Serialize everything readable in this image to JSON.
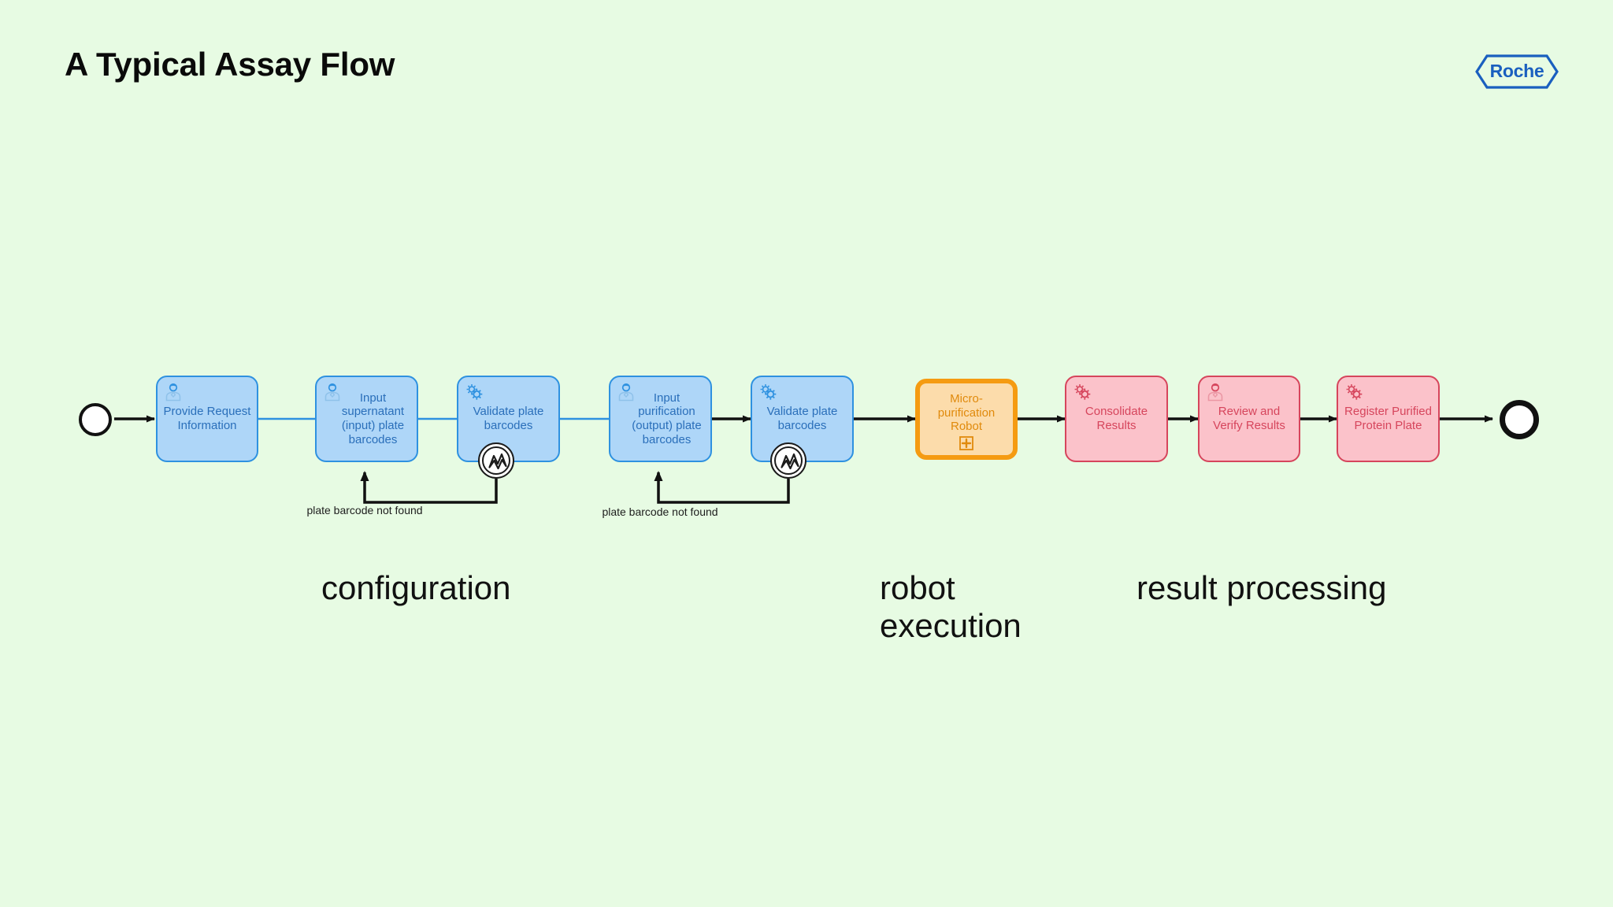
{
  "page": {
    "title": "A Typical Assay Flow",
    "background_color": "#e7fbe3"
  },
  "brand": {
    "name": "Roche",
    "logo_shape": "hexagon-outline",
    "color": "#1a5fbf"
  },
  "colors": {
    "blue_fill": "#aed6f8",
    "blue_stroke": "#2e91e0",
    "blue_text": "#2a6fba",
    "orange_fill": "#fcdcab",
    "orange_stroke": "#f59b12",
    "orange_text": "#e08a0c",
    "pink_fill": "#fbc2ca",
    "pink_stroke": "#d6455c",
    "pink_text": "#d6455c",
    "event_stroke": "#111111",
    "connector_black": "#111111",
    "connector_blue": "#2e91e0"
  },
  "diagram": {
    "type": "bpmn-process-flow",
    "start_event": {
      "name": "start-event",
      "shape": "circle-thin"
    },
    "end_event": {
      "name": "end-event",
      "shape": "circle-thick"
    },
    "nodes": [
      {
        "id": "provide-request-information",
        "label": "Provide Request\nInformation",
        "style": "blue",
        "icon": "user-task-icon",
        "marker": null
      },
      {
        "id": "input-supernatant-plate-barcodes",
        "label": "Input\nsupernatant\n(input) plate\nbarcodes",
        "style": "blue",
        "icon": "user-task-icon",
        "marker": null
      },
      {
        "id": "validate-plate-barcodes-1",
        "label": "Validate plate\nbarcodes",
        "style": "blue",
        "icon": "service-task-gears-icon",
        "marker": "error-boundary-event"
      },
      {
        "id": "input-purification-plate-barcodes",
        "label": "Input\npurification\n(output) plate\nbarcodes",
        "style": "blue",
        "icon": "user-task-icon",
        "marker": null
      },
      {
        "id": "validate-plate-barcodes-2",
        "label": "Validate plate\nbarcodes",
        "style": "blue",
        "icon": "service-task-gears-icon",
        "marker": "error-boundary-event"
      },
      {
        "id": "micro-purification-robot",
        "label": "Micro-\npurification\nRobot",
        "style": "orange",
        "icon": null,
        "marker": "collapsed-subprocess-plus"
      },
      {
        "id": "consolidate-results",
        "label": "Consolidate\nResults",
        "style": "pink",
        "icon": "service-task-gears-icon",
        "marker": null
      },
      {
        "id": "review-and-verify-results",
        "label": "Review and\nVerify Results",
        "style": "pink",
        "icon": "user-task-icon",
        "marker": null
      },
      {
        "id": "register-purified-protein-plate",
        "label": "Register Purified\nProtein Plate",
        "style": "pink",
        "icon": "service-task-gears-icon",
        "marker": null
      }
    ],
    "edge_labels": [
      {
        "id": "error-label-1",
        "text": "plate barcode not\nfound"
      },
      {
        "id": "error-label-2",
        "text": "plate barcode not\nfound"
      }
    ],
    "phases": [
      {
        "id": "phase-configuration",
        "text": "configuration"
      },
      {
        "id": "phase-robot-execution",
        "text": "robot\nexecution"
      },
      {
        "id": "phase-result-processing",
        "text": "result processing"
      }
    ]
  }
}
